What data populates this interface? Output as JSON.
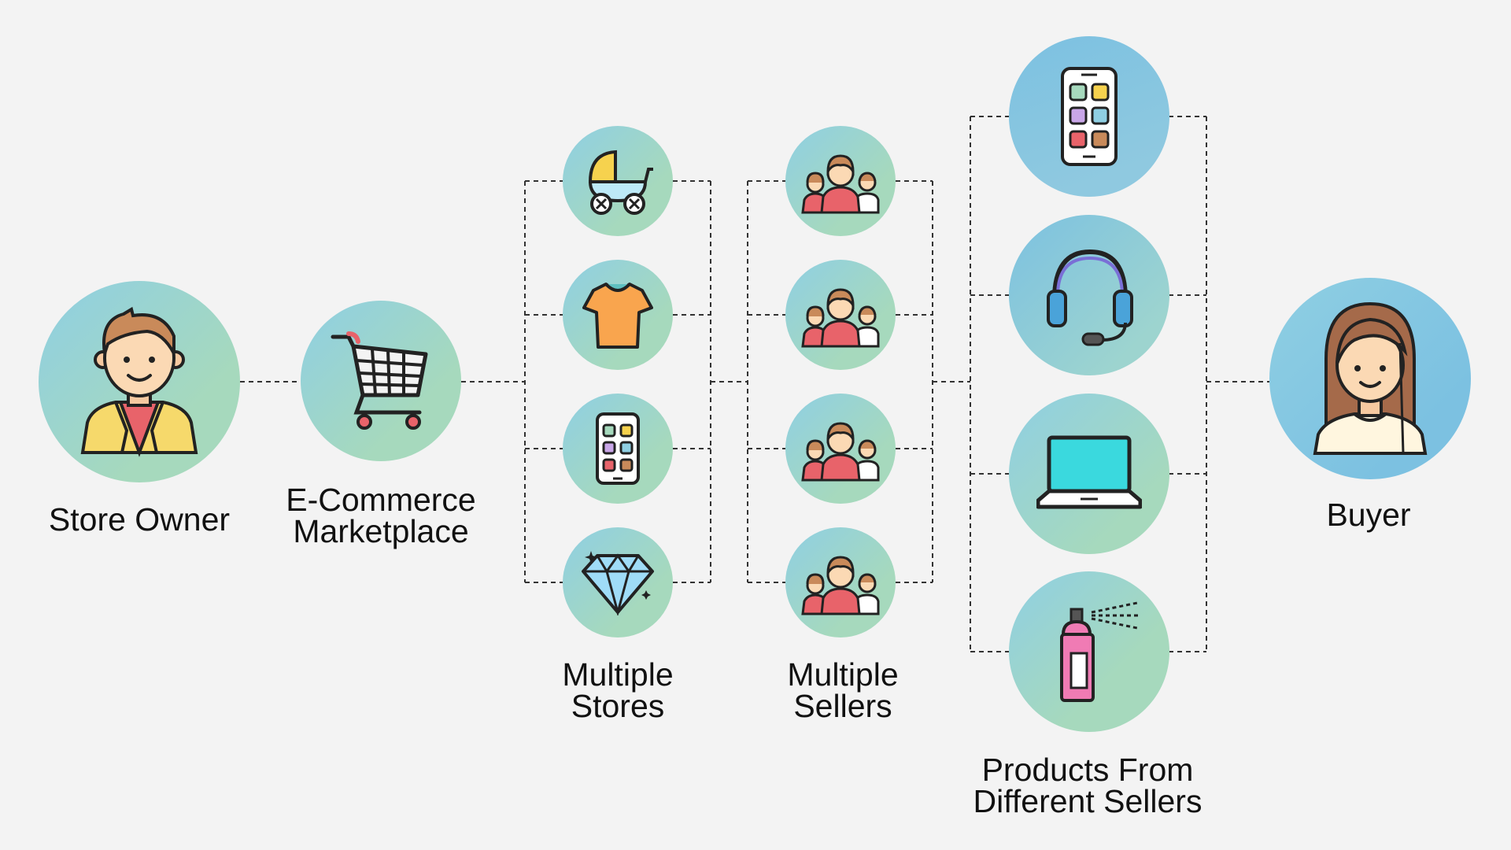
{
  "labels": {
    "store_owner": "Store Owner",
    "marketplace": [
      "E-Commerce",
      "Marketplace"
    ],
    "stores": [
      "Multiple",
      "Stores"
    ],
    "sellers": [
      "Multiple",
      "Sellers"
    ],
    "products": [
      "Products From",
      "Different Sellers"
    ],
    "buyer": "Buyer"
  },
  "icons": {
    "store_owner": "man-avatar-icon",
    "marketplace": "shopping-cart-icon",
    "stores": [
      "baby-stroller-icon",
      "t-shirt-icon",
      "smartphone-icon",
      "diamond-icon"
    ],
    "sellers": [
      "seller-group-icon",
      "seller-group-icon",
      "seller-group-icon",
      "seller-group-icon"
    ],
    "products": [
      "smartphone-icon",
      "headset-icon",
      "laptop-icon",
      "spray-bottle-icon"
    ],
    "buyer": "woman-avatar-icon"
  },
  "colors": {
    "background": "#f3f3f3",
    "circle_green": "#a6d9bd",
    "circle_blue": "#7cc1e1",
    "connector": "#333333"
  }
}
